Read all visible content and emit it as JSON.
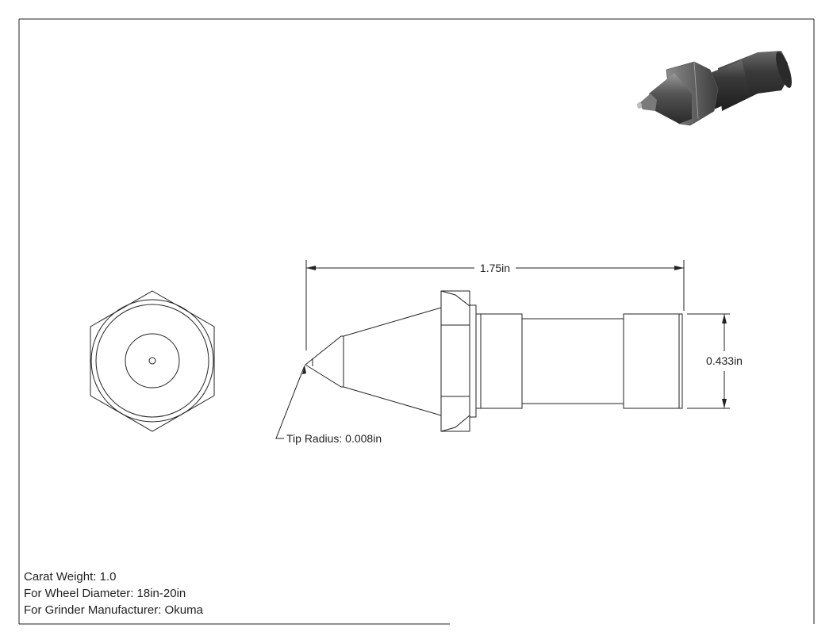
{
  "dimensions": {
    "length": "1.75in",
    "diameter": "0.433in",
    "tip_radius": "Tip Radius: 0.008in"
  },
  "notes": {
    "carat_weight": "Carat Weight: 1.0",
    "wheel_diameter": "For Wheel Diameter: 18in-20in",
    "manufacturer": "For Grinder Manufacturer: Okuma"
  },
  "colors": {
    "line": "#222222",
    "render_dark": "#2b2b2b",
    "render_mid": "#4a4a4a",
    "render_light": "#8a8a8a"
  }
}
